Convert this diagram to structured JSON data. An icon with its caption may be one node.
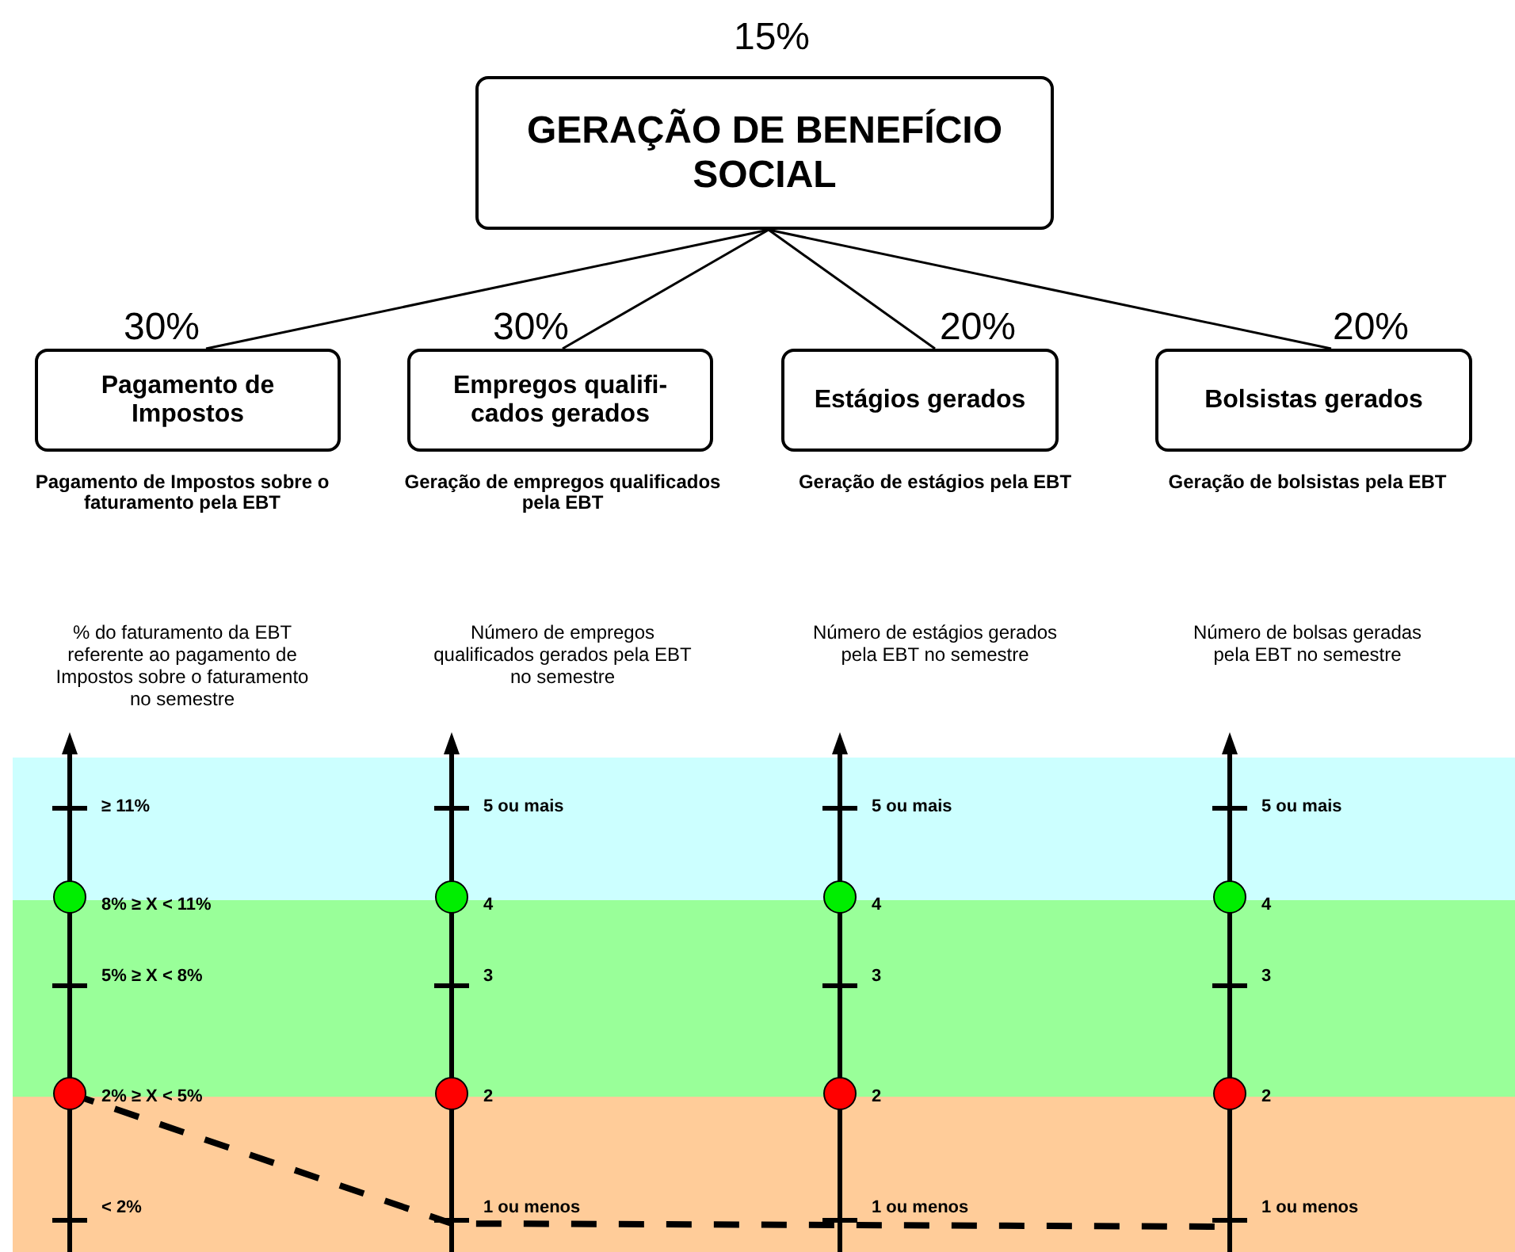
{
  "diagram": {
    "nodes": [
      {
        "text": [
          "GERAÇÃO DE BENEFÍCIO SOCIAL"
        ],
        "beside": [
          "15%"
        ]
      },
      {
        "text": [
          "Pagamento de Impostos"
        ],
        "beside": [
          "30%"
        ]
      },
      {
        "text": [
          "Empregos qualifi-cados gerados"
        ],
        "beside": [
          "30%"
        ]
      },
      {
        "text": [
          "Estágios gerados"
        ],
        "beside": [
          "20%"
        ]
      },
      {
        "text": [
          "Bolsistas gerados"
        ],
        "beside": [
          "20%"
        ]
      }
    ],
    "edges": [
      {
        "from": 0,
        "to": 1,
        "arrow": "none"
      },
      {
        "from": 0,
        "to": 2,
        "arrow": "none"
      },
      {
        "from": 0,
        "to": 3,
        "arrow": "none"
      },
      {
        "from": 0,
        "to": 4,
        "arrow": "none"
      }
    ],
    "labels": [
      "Pagamento de Impostos sobre o faturamento pela EBT",
      "Geração de empregos qualificados pela EBT",
      "Geração de estágios pela EBT",
      "Geração de bolsistas pela EBT",
      "% do faturamento da EBT referente ao pagamento de Impostos sobre o faturamento no semestre",
      "Número de empregos qualificados gerados pela EBT no semestre",
      "Número de estágios gerados pela EBT no semestre",
      "Número de bolsas geradas pela EBT no semestre",
      "≥ 11%",
      "5 ou mais",
      "5 ou mais",
      "5 ou mais",
      "8% ≥ X < 11%",
      "4",
      "4",
      "4",
      "5% ≥ X < 8%",
      "3",
      "3",
      "3",
      "2% ≥ X < 5%",
      "2",
      "2",
      "2",
      "< 2%",
      "1 ou menos",
      "1 ou menos",
      "1 ou menos"
    ]
  }
}
